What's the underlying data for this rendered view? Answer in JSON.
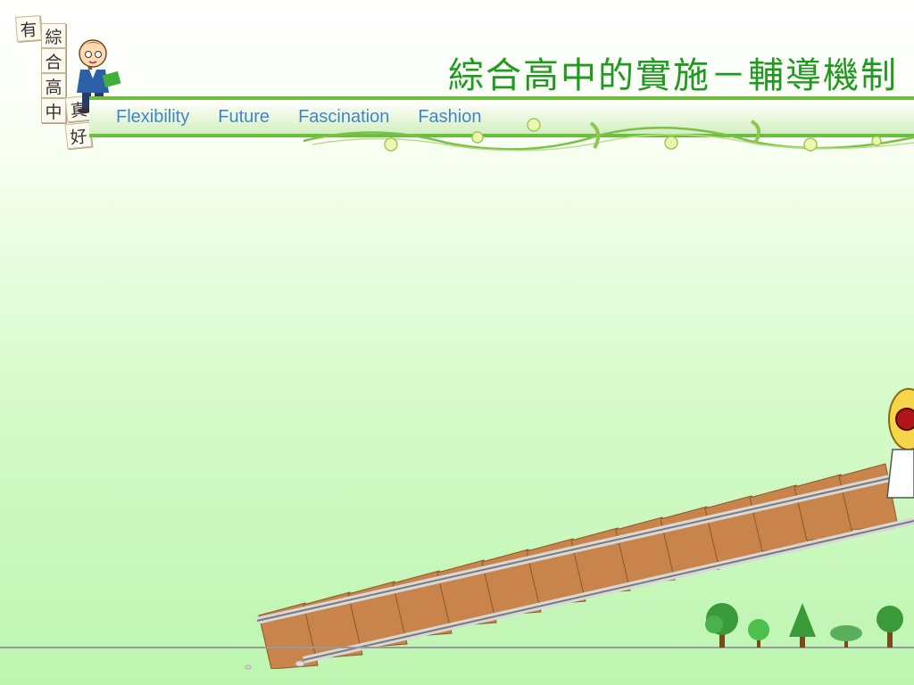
{
  "title": "綜合高中的實施－輔導機制",
  "logo": {
    "chars": [
      "有",
      "綜",
      "合",
      "高",
      "中",
      "真",
      "好"
    ]
  },
  "keywords": [
    "Flexibility",
    "Future",
    "Fascination",
    "Fashion"
  ],
  "colors": {
    "title": "#1f9a1f",
    "keyword": "#3f86c8",
    "banner_line": "#6cbf3c"
  }
}
